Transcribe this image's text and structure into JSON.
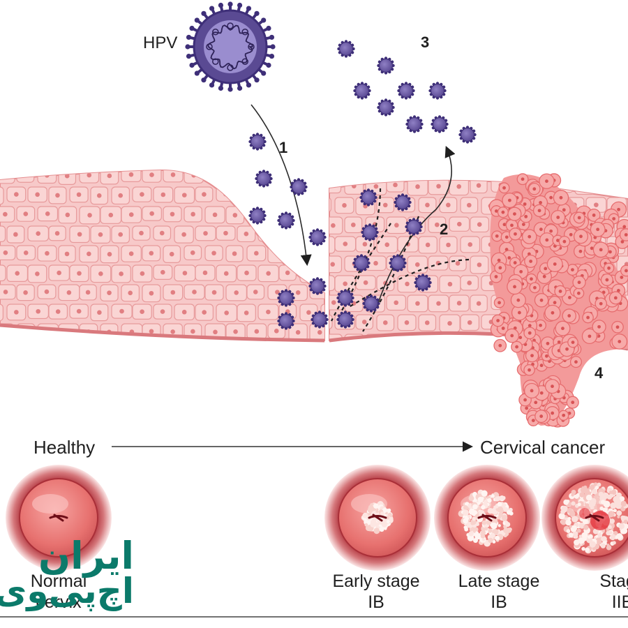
{
  "virus_label": "HPV",
  "steps": [
    "1",
    "2",
    "3",
    "4"
  ],
  "progression": {
    "start": "Healthy",
    "end": "Cervical cancer"
  },
  "stages": [
    {
      "line1": "Normal",
      "line2": "cervix"
    },
    {
      "line1": "Early stage",
      "line2": "IB"
    },
    {
      "line1": "Late stage",
      "line2": "IB"
    },
    {
      "line1": "Stage",
      "line2": "IIB"
    }
  ],
  "watermark": {
    "line1": "ایران",
    "line2": "اچ‌پی‌وی"
  },
  "colors": {
    "virus": "#6f5fa6",
    "virus_dark": "#3e2f78",
    "tissue": "#f6c5c5",
    "tissue_stroke": "#e58e90",
    "tumor": "#f08c8c",
    "watermark": "#0b7a6a"
  }
}
